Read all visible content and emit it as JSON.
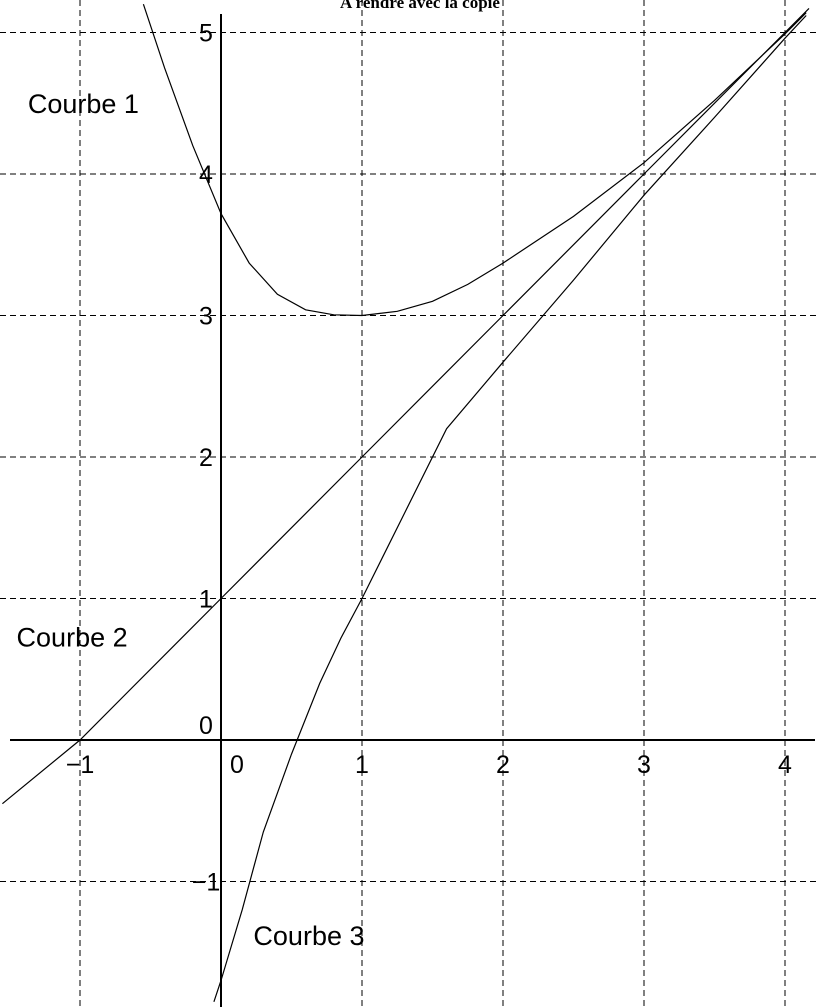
{
  "header": {
    "title": "A rendre avec la copie"
  },
  "chart_data": {
    "type": "line",
    "xlim": [
      -1.55,
      4.25
    ],
    "ylim": [
      -1.85,
      5.2
    ],
    "grid": true,
    "x_ticks": [
      {
        "value": -1,
        "label": "−1"
      },
      {
        "value": 0,
        "label": "0"
      },
      {
        "value": 1,
        "label": "1"
      },
      {
        "value": 2,
        "label": "2"
      },
      {
        "value": 3,
        "label": "3"
      },
      {
        "value": 4,
        "label": "4"
      }
    ],
    "y_ticks": [
      {
        "value": -1,
        "label": "−1"
      },
      {
        "value": 0,
        "label": "0"
      },
      {
        "value": 1,
        "label": "1"
      },
      {
        "value": 2,
        "label": "2"
      },
      {
        "value": 3,
        "label": "3"
      },
      {
        "value": 4,
        "label": "4"
      },
      {
        "value": 5,
        "label": "5"
      }
    ],
    "series": [
      {
        "name": "Courbe 1",
        "points": [
          [
            -0.55,
            5.2
          ],
          [
            -0.4,
            4.75
          ],
          [
            -0.2,
            4.2
          ],
          [
            0,
            3.72
          ],
          [
            0.2,
            3.37
          ],
          [
            0.4,
            3.15
          ],
          [
            0.6,
            3.04
          ],
          [
            0.8,
            3.005
          ],
          [
            1,
            3.0
          ],
          [
            1.25,
            3.03
          ],
          [
            1.5,
            3.1
          ],
          [
            1.75,
            3.22
          ],
          [
            2,
            3.37
          ],
          [
            2.5,
            3.7
          ],
          [
            3,
            4.08
          ],
          [
            3.5,
            4.52
          ],
          [
            4,
            4.99
          ],
          [
            4.15,
            5.14
          ]
        ]
      },
      {
        "name": "Courbe 2",
        "points": [
          [
            -1.55,
            -0.45
          ],
          [
            -1,
            0
          ],
          [
            0,
            1
          ],
          [
            1,
            2
          ],
          [
            2,
            3
          ],
          [
            3,
            4
          ],
          [
            4,
            5
          ],
          [
            4.17,
            5.17
          ]
        ]
      },
      {
        "name": "Courbe 3",
        "points": [
          [
            -0.05,
            -1.85
          ],
          [
            0,
            -1.7
          ],
          [
            0.15,
            -1.2
          ],
          [
            0.3,
            -0.65
          ],
          [
            0.5,
            -0.1
          ],
          [
            0.7,
            0.4
          ],
          [
            0.85,
            0.72
          ],
          [
            1,
            1.0
          ],
          [
            1.3,
            1.6
          ],
          [
            1.6,
            2.2
          ],
          [
            2,
            2.67
          ],
          [
            2.5,
            3.25
          ],
          [
            3,
            3.85
          ],
          [
            3.5,
            4.4
          ],
          [
            4,
            4.96
          ],
          [
            4.15,
            5.12
          ]
        ]
      }
    ],
    "curve_labels": [
      {
        "text": "Courbe 1",
        "x": -1.37,
        "y": 4.43
      },
      {
        "text": "Courbe 2",
        "x": -1.45,
        "y": 0.66
      },
      {
        "text": "Courbe 3",
        "x": 0.23,
        "y": -1.45
      }
    ]
  }
}
